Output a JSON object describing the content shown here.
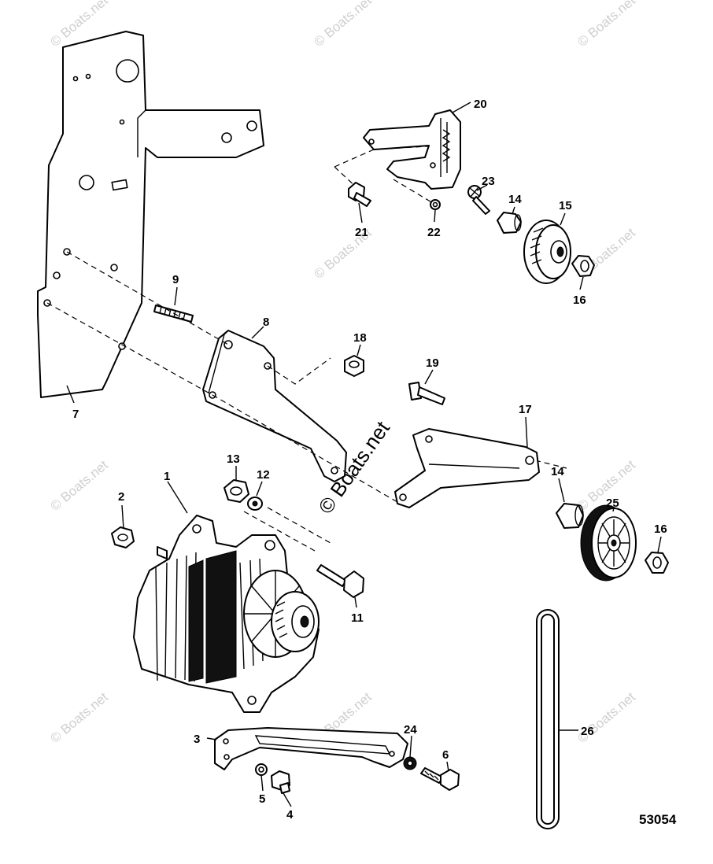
{
  "watermark": {
    "text": "© Boats.net",
    "center_text": "© Boats.net"
  },
  "diagram_id": "53054",
  "callouts": {
    "c1": "1",
    "c2": "2",
    "c3": "3",
    "c4": "4",
    "c5": "5",
    "c6": "6",
    "c7": "7",
    "c8": "8",
    "c9": "9",
    "c11": "11",
    "c12": "12",
    "c13": "13",
    "c14a": "14",
    "c14b": "14",
    "c15": "15",
    "c16a": "16",
    "c16b": "16",
    "c17": "17",
    "c18": "18",
    "c19": "19",
    "c20": "20",
    "c21": "21",
    "c22": "22",
    "c23": "23",
    "c24": "24",
    "c25": "25",
    "c26": "26"
  }
}
